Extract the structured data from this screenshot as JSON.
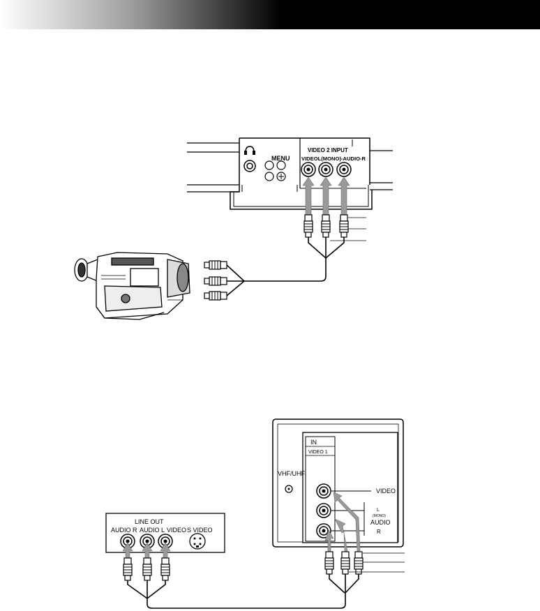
{
  "top_panel": {
    "menu_label": "MENU",
    "input_title": "VIDEO 2 INPUT",
    "input_jacks": "VIDEOL(MONO)-AUDIO-R"
  },
  "bottom_panel": {
    "in_label": "IN",
    "video_in_label": "VIDEO 1",
    "vhf_label": "VHF/UHF",
    "jack_video": "VIDEO",
    "jack_l": "L",
    "jack_mono": "(MONO)",
    "jack_audio": "AUDIO",
    "jack_r": "R"
  },
  "vcr_panel": {
    "line_out": "LINE OUT",
    "audio_r": "AUDIO R",
    "audio_l": "AUDIO L",
    "video": "VIDEO",
    "s_video": "S VIDEO"
  },
  "icons": {
    "headphone": "headphone-icon",
    "camcorder": "camcorder-icon"
  }
}
